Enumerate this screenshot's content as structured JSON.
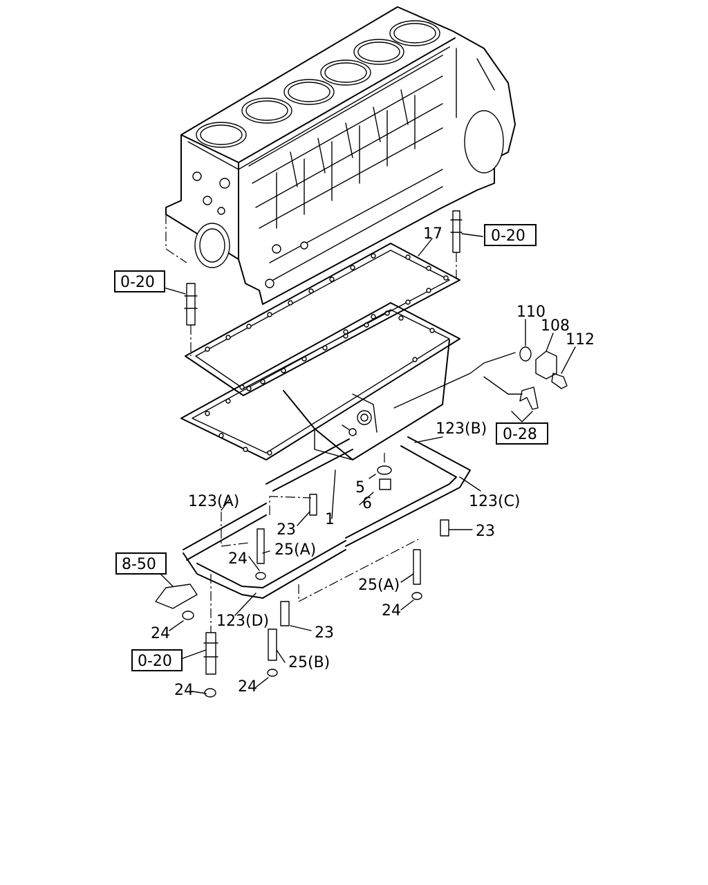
{
  "labels": {
    "l17": "17",
    "l110": "110",
    "l108": "108",
    "l112": "112",
    "l123b": "123(B)",
    "l123a": "123(A)",
    "l123c": "123(C)",
    "l123d": "123(D)",
    "l5": "5",
    "l6": "6",
    "l1": "1",
    "l23a": "23",
    "l23b": "23",
    "l23c": "23",
    "l24a": "24",
    "l24b": "24",
    "l24c": "24",
    "l24d": "24",
    "l24e": "24",
    "l25a1": "25(A)",
    "l25a2": "25(A)",
    "l25b": "25(B)"
  },
  "refs": {
    "r020_top_right": "0-20",
    "r020_left": "0-20",
    "r020_bottom": "0-20",
    "r028": "0-28",
    "r850": "8-50"
  }
}
